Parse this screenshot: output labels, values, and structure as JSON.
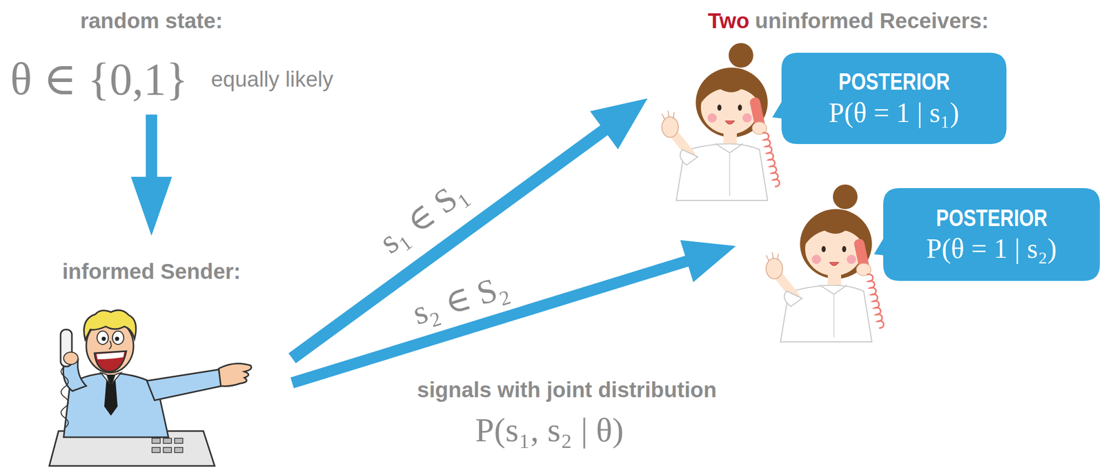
{
  "diagram": {
    "nodes": [
      {
        "text": [
          "random state:",
          "θ ∈ {0,1}",
          "equally likely"
        ]
      },
      {
        "text": [
          "informed Sender:"
        ]
      },
      {
        "text": [
          "POSTERIOR",
          "P(θ = 1 | s₁)"
        ]
      },
      {
        "text": [
          "POSTERIOR",
          "P(θ = 1 | s₂)"
        ]
      }
    ],
    "edges": [
      {
        "from": 0,
        "to": 1,
        "arrow": "to"
      },
      {
        "from": 1,
        "to": 2,
        "arrow": "to",
        "label": "s₁ ∈ S₁"
      },
      {
        "from": 1,
        "to": 3,
        "arrow": "to",
        "label": "s₂ ∈ S₂"
      }
    ],
    "labels": [
      "Two",
      "uninformed Receivers:",
      "signals with joint distribution",
      "P(s₁, s₂ | θ)"
    ]
  }
}
